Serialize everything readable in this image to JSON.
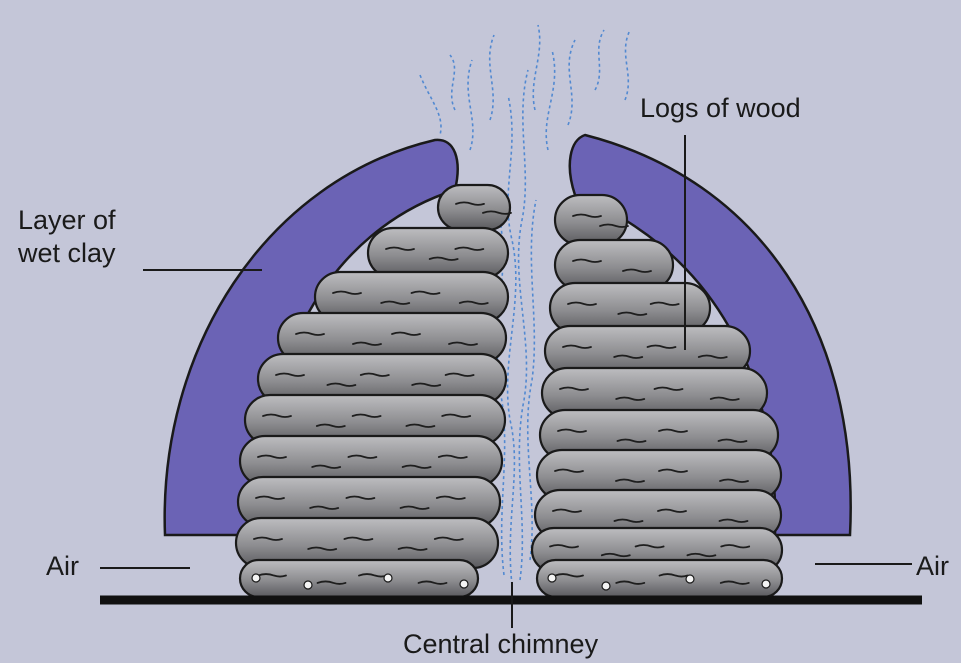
{
  "labels": {
    "layer_of_wet_clay": "Layer of\nwet clay",
    "logs_of_wood": "Logs of wood",
    "air_left": "Air",
    "air_right": "Air",
    "central_chimney": "Central chimney"
  },
  "colors": {
    "background": "#c4c6d8",
    "clay": "#6b63b5",
    "log_light": "#b5b5b8",
    "log_dark": "#5d5d60",
    "smoke": "#3f7fd0",
    "ground": "#111111"
  }
}
